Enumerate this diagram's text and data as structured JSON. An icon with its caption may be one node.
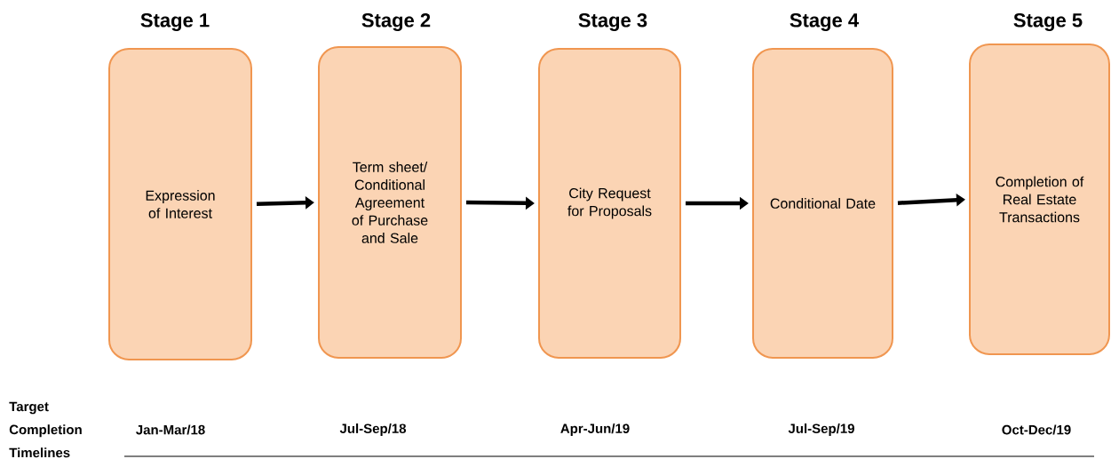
{
  "diagram": {
    "nodes": [
      {
        "text": [
          "Stage 1",
          "Expression of Interest"
        ]
      },
      {
        "text": [
          "Stage 2",
          "Term sheet/ Conditional Agreement of Purchase and Sale"
        ]
      },
      {
        "text": [
          "Stage 3",
          "City Request for Proposals"
        ]
      },
      {
        "text": [
          "Stage 4",
          "Conditional Date"
        ]
      },
      {
        "text": [
          "Stage 5",
          "Completion of Real Estate Transactions"
        ]
      }
    ],
    "edges": [
      {
        "from": 0,
        "to": 1,
        "arrow": "to"
      },
      {
        "from": 1,
        "to": 2,
        "arrow": "to"
      },
      {
        "from": 2,
        "to": 3,
        "arrow": "to"
      },
      {
        "from": 3,
        "to": 4,
        "arrow": "to"
      }
    ],
    "labels": [
      "Target Completion Timelines",
      "Jan-Mar/18",
      "Jul-Sep/18",
      "Apr-Jun/19",
      "Jul-Sep/19",
      "Oct-Dec/19"
    ]
  }
}
